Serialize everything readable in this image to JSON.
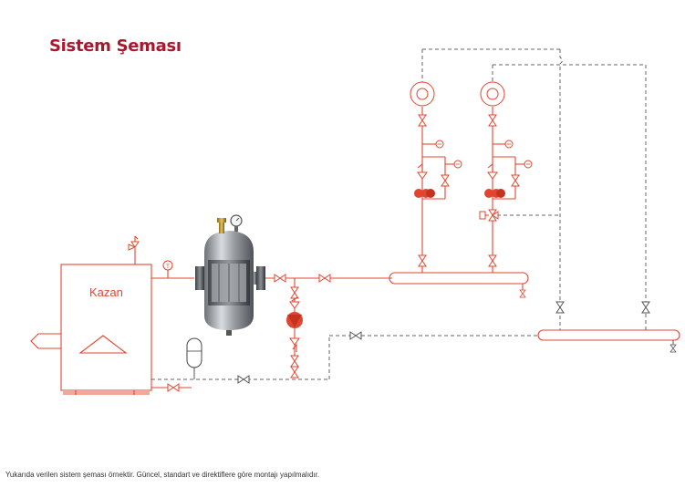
{
  "title": "Sistem Şeması",
  "boiler_label": "Kazan",
  "footnote": "Yukarıda verilen sistem şeması örnektir. Güncel, standart ve direktiflere göre montajı yapılmalıdır.",
  "colors": {
    "title": "#a8192e",
    "pipe": "#e0462f",
    "return_pipe": "#666666"
  },
  "icons": [
    "valve-icon",
    "pump-icon",
    "thermometer-icon",
    "safety-valve-icon",
    "expansion-tank-icon",
    "dirt-separator-icon",
    "heater-icon",
    "check-valve-icon",
    "mixing-valve-icon"
  ]
}
